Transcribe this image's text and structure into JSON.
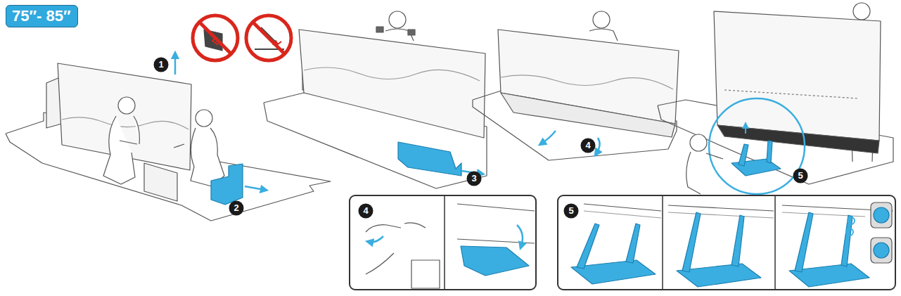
{
  "diagram": {
    "nodes": [
      {
        "text": [
          "75″- 85″"
        ]
      }
    ],
    "labels": [
      "1",
      "2",
      "3",
      "4",
      "5",
      "4",
      "5"
    ]
  }
}
